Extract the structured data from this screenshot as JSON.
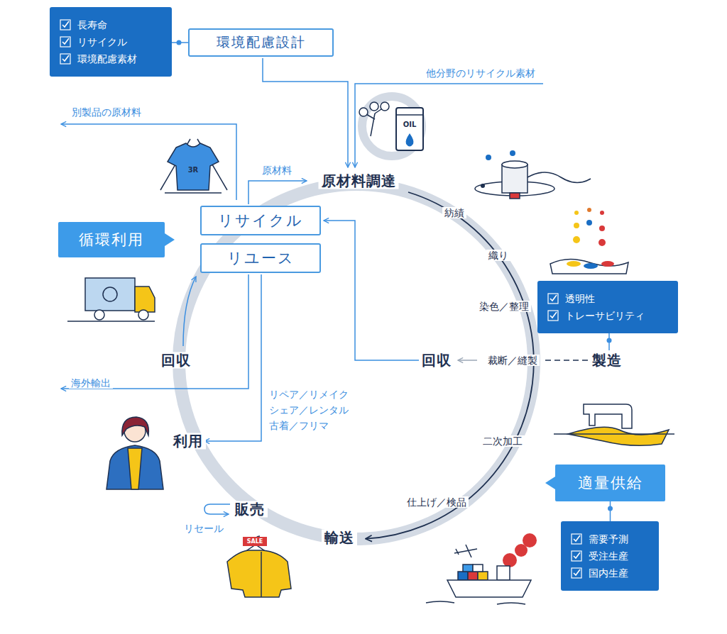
{
  "diagram": {
    "nodes": [
      {
        "text": [
          "長寿命",
          "リサイクル",
          "環境配慮素材"
        ]
      },
      {
        "text": [
          "環境配慮設計"
        ]
      },
      {
        "text": [
          "リサイクル"
        ]
      },
      {
        "text": [
          "循環利用"
        ]
      },
      {
        "text": [
          "リユース"
        ]
      },
      {
        "text": [
          "透明性",
          "トレーサビリティ"
        ]
      },
      {
        "text": [
          "適量供給"
        ]
      },
      {
        "text": [
          "需要予測",
          "受注生産",
          "国内生産"
        ]
      }
    ],
    "edges": [
      {
        "from": 0,
        "to": 1,
        "arrow": "none"
      },
      {
        "from": 6,
        "to": 7,
        "arrow": "none"
      }
    ],
    "labels": [
      "原材料調達",
      "他分野のリサイクル素材",
      "紡績",
      "織り",
      "染色／整理",
      "製造",
      "裁断／縫製",
      "回収",
      "二次加工",
      "仕上げ／検品",
      "輸送",
      "販売",
      "リセール",
      "利用",
      "回収",
      "別製品の原材料",
      "原材料",
      "海外輸出",
      "リペア／リメイク",
      "シェア／レンタル",
      "古着／フリマ",
      "OIL",
      "3R",
      "SALE"
    ]
  }
}
